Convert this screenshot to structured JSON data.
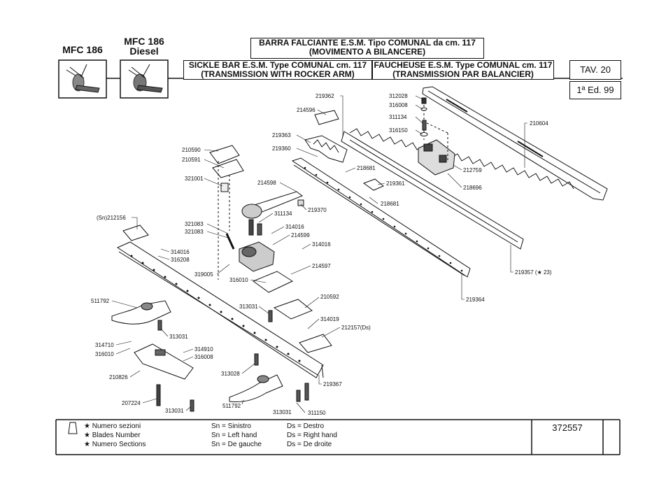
{
  "header": {
    "model_left": "MFC 186",
    "model_right_line1": "MFC 186",
    "model_right_line2": "Diesel",
    "title_it_line1": "BARRA FALCIANTE E.S.M. Tipo COMUNAL da cm. 117",
    "title_it_line2": "(MOVIMENTO A BILANCERE)",
    "title_en_line1": "SICKLE BAR E.S.M. Type COMUNAL cm. 117",
    "title_en_line2": "(TRANSMISSION WITH ROCKER ARM)",
    "title_fr_line1": "FAUCHEUSE E.S.M. Type COMUNAL cm. 117",
    "title_fr_line2": "(TRANSMISSION PAR BALANCIER)",
    "tav": "TAV. 20",
    "edition": "1ª Ed. 99"
  },
  "parts": {
    "p219362": "219362",
    "p214596": "214596",
    "p219363": "219363",
    "p219360": "219360",
    "p210590": "210590",
    "p210591": "210591",
    "p321001": "321001",
    "p214598": "214598",
    "p311134a": "311134",
    "p219370": "219370",
    "p218681a": "218681",
    "p219361": "219361",
    "p218681b": "218681",
    "p312028": "312028",
    "p316008a": "316008",
    "p311134b": "311134",
    "p316150": "316150",
    "p210604": "210604",
    "p212759": "212759",
    "p218696": "218696",
    "p212156": "(Sn)212156",
    "p321083a": "321083",
    "p321083b": "321083",
    "p314016a": "314016",
    "p214599": "214599",
    "p314016b": "314016",
    "p314016c": "314016",
    "p316208": "316208",
    "p319005": "319005",
    "p214597": "214597",
    "p316010a": "316010",
    "p219357": "219357 (★ 23)",
    "p219364": "219364",
    "p511792a": "511792",
    "p313031a": "313031",
    "p210592": "210592",
    "p313031b": "313031",
    "p314019": "314019",
    "p212157": "212157(Ds)",
    "p314710": "314710",
    "p316010b": "316010",
    "p314910": "314910",
    "p316008b": "316008",
    "p210826": "210826",
    "p313028": "313028",
    "p219367": "219367",
    "p207224": "207224",
    "p511792b": "511792",
    "p313031c": "313031",
    "p313031d": "313031",
    "p311150": "311150"
  },
  "footer": {
    "legend_it": "★ Numero sezioni",
    "legend_en": "★ Blades Number",
    "legend_fr": "★ Numero Sections",
    "sn_it": "Sn = Sinistro",
    "sn_en": "Sn = Left hand",
    "sn_fr": "Sn = De gauche",
    "ds_it": "Ds = Destro",
    "ds_en": "Ds = Right hand",
    "ds_fr": "Ds = De droite",
    "code": "372557"
  }
}
